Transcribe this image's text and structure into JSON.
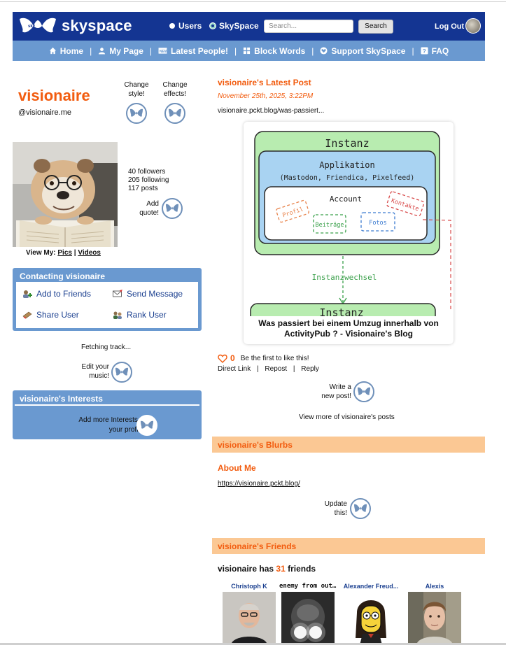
{
  "header": {
    "logo_text": "skyspace",
    "radio_users": "Users",
    "radio_skyspace": "SkySpace",
    "search_placeholder": "Search...",
    "search_button": "Search",
    "logout": "Log Out",
    "colors": {
      "header_bg": "#143592",
      "nav_bg": "#6a99d0",
      "accent": "#f25c0f",
      "section_bg": "#fbc894"
    }
  },
  "nav": {
    "items": [
      {
        "label": "Home",
        "icon": "home-icon"
      },
      {
        "label": "My Page",
        "icon": "person-icon"
      },
      {
        "label": "Latest People!",
        "icon": "new-badge-icon"
      },
      {
        "label": "Block Words",
        "icon": "grid-icon"
      },
      {
        "label": "Support SkySpace",
        "icon": "heart-icon"
      },
      {
        "label": "FAQ",
        "icon": "question-icon"
      }
    ]
  },
  "profile": {
    "name": "visionaire",
    "handle": "@visionaire.me",
    "change_style": [
      "Change",
      "style!"
    ],
    "change_effects": [
      "Change",
      "effects!"
    ],
    "followers": "40 followers",
    "following": "205 following",
    "posts": "117 posts",
    "add_quote": [
      "Add",
      "quote!"
    ],
    "view_my_label": "View My:",
    "view_pics": "Pics",
    "view_sep": "|",
    "view_videos": "Videos"
  },
  "contact": {
    "title": "Contacting visionaire",
    "add_friends": "Add to Friends",
    "send_message": "Send Message",
    "share_user": "Share User",
    "rank_user": "Rank User"
  },
  "music": {
    "fetching": "Fetching track...",
    "edit": [
      "Edit your",
      "music!"
    ]
  },
  "interests": {
    "title": "visionaire's Interests",
    "add": [
      "Add more Interests to",
      "your profile!"
    ]
  },
  "post": {
    "section_title": "visionaire's Latest Post",
    "date": "November 25th, 2025, 3:22PM",
    "url": "visionaire.pckt.blog/was-passiert...",
    "card_caption": [
      "Was passiert bei einem Umzug innerhalb von",
      "ActivityPub ? - Visionaire's Blog"
    ],
    "diagram": {
      "instanz": "Instanz",
      "applikation": "Applikation",
      "applikation_sub": "(Mastodon, Friendica, Pixelfeed)",
      "account": "Account",
      "profil": "Profil",
      "beitraege": "Beiträge",
      "fotos": "Fotos",
      "kontakte": "Kontakte",
      "instanzwechsel": "Instanzwechsel",
      "instanz_bottom": "Instanz"
    },
    "like_count": "0",
    "like_text": "Be the first to like this!",
    "direct_link": "Direct Link",
    "repost": "Repost",
    "reply": "Reply",
    "link_sep": "|",
    "write_post": [
      "Write a",
      "new post!"
    ],
    "view_more": "View more of visionaire's posts"
  },
  "blurbs": {
    "title": "visionaire's Blurbs",
    "about_me": "About Me",
    "about_link": "https://visionaire.pckt.blog/",
    "update": [
      "Update",
      "this!"
    ]
  },
  "friends": {
    "title": "visionaire's Friends",
    "count_prefix": "visionaire has",
    "count": "31",
    "count_suffix": "friends",
    "list": [
      {
        "name": "Christoph K"
      },
      {
        "name": "enemy from out..."
      },
      {
        "name": "Alexander Freud..."
      },
      {
        "name": "Alexis"
      }
    ]
  }
}
